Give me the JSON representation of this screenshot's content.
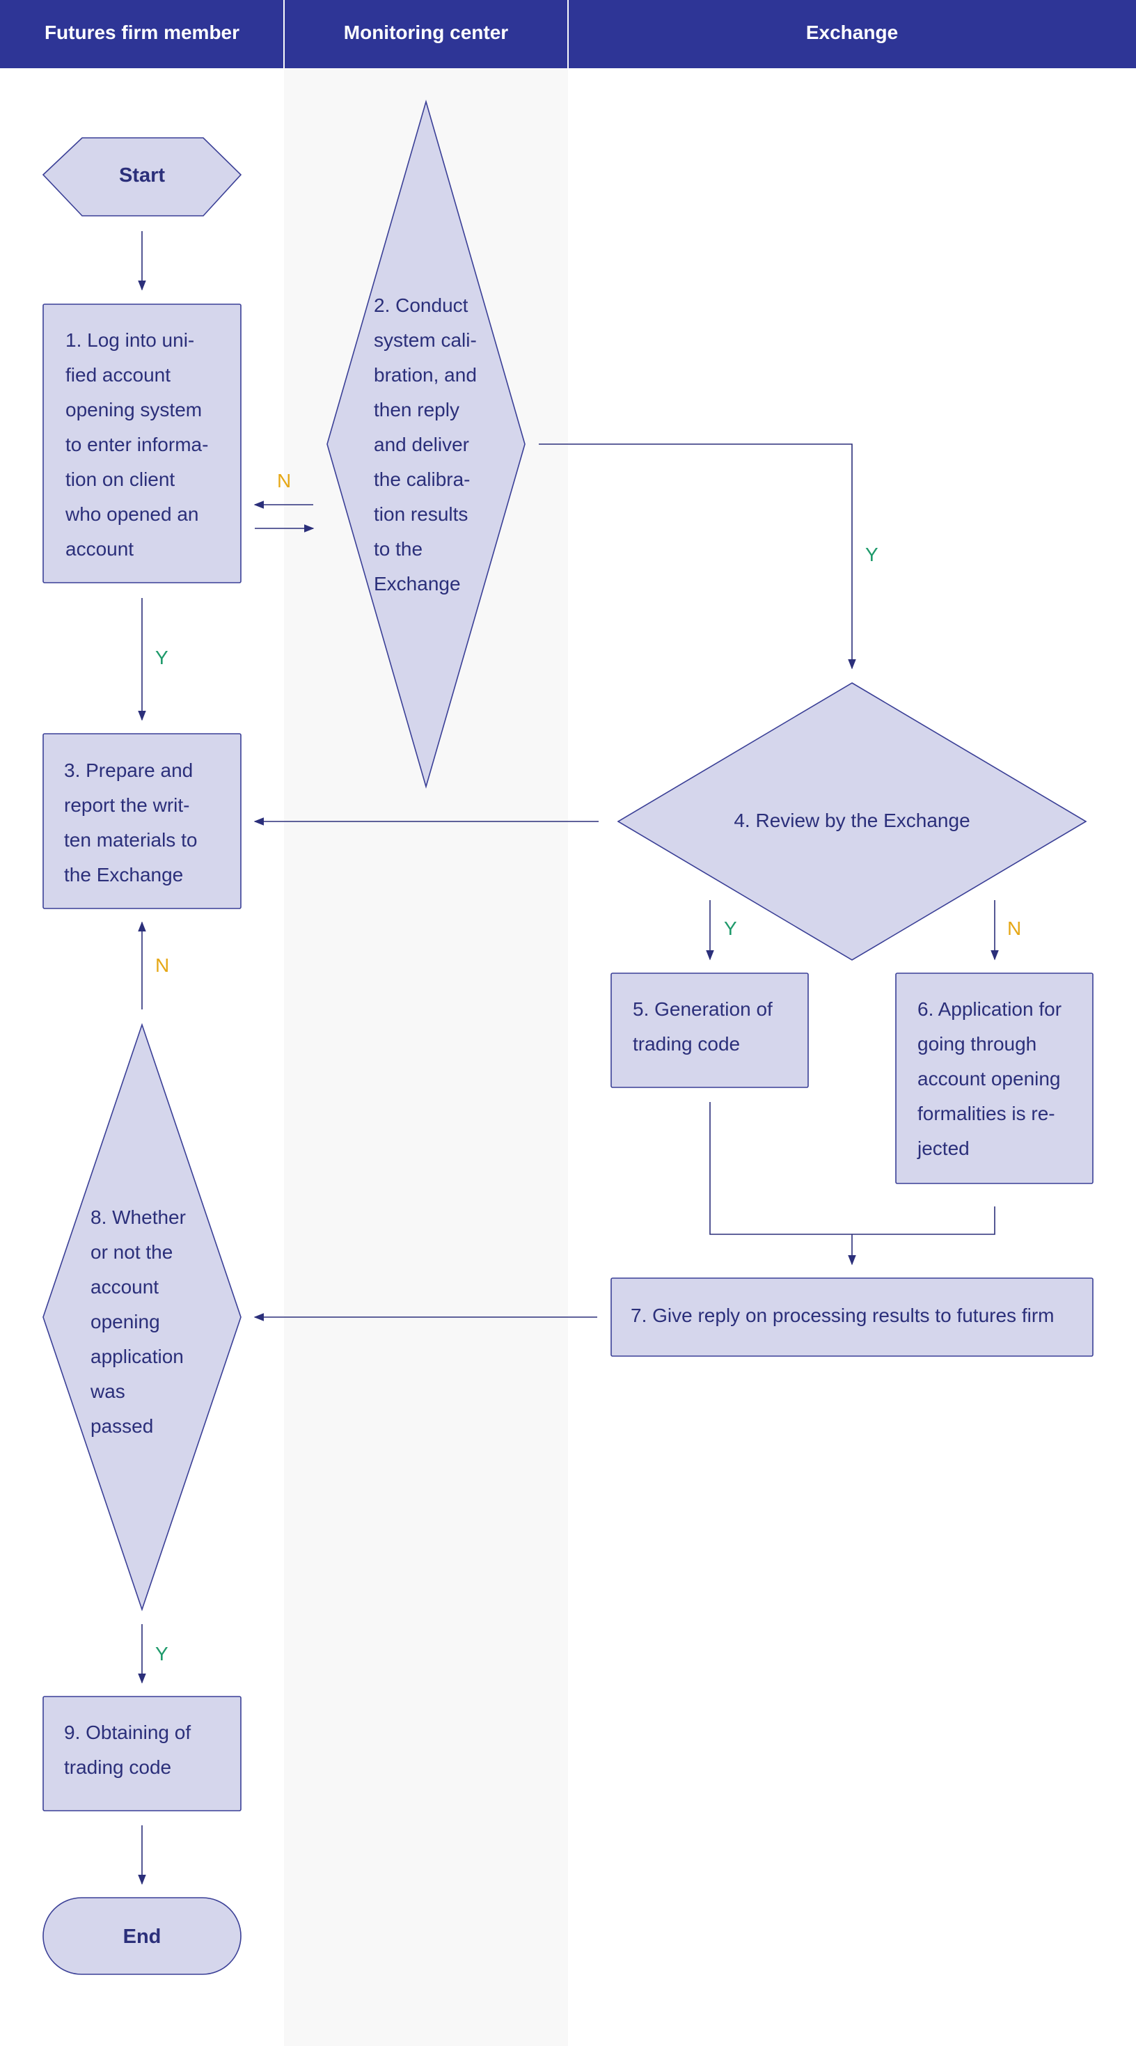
{
  "lanes": [
    "Futures firm member",
    "Monitoring center",
    "Exchange"
  ],
  "nodes": {
    "start": [
      "Start"
    ],
    "n1": [
      "1. Log into uni-",
      "fied account",
      "opening system",
      "to enter informa-",
      "tion on client",
      "who opened an",
      "account"
    ],
    "n2": [
      "2. Conduct",
      "system cali-",
      "bration, and",
      "then reply",
      "and deliver",
      "the calibra-",
      "tion results",
      "to the",
      "Exchange"
    ],
    "n3": [
      "3. Prepare and",
      "report the writ-",
      "ten materials to",
      "the Exchange"
    ],
    "n4": [
      "4. Review by the Exchange"
    ],
    "n5": [
      "5. Generation of",
      "trading code"
    ],
    "n6": [
      "6. Application for",
      "going through",
      "account opening",
      "formalities is re-",
      "jected"
    ],
    "n7": [
      "7. Give reply on processing results to futures firm"
    ],
    "n8": [
      "8. Whether",
      "or not the",
      "account",
      "opening",
      "application",
      "was",
      "passed"
    ],
    "n9": [
      "9. Obtaining of",
      "trading code"
    ],
    "end": [
      "End"
    ]
  },
  "edge_labels": {
    "n1_n2_no": "N",
    "n2_n4_yes": "Y",
    "n1_n3_yes": "Y",
    "n4_n5_yes": "Y",
    "n4_n6_no": "N",
    "n8_n3_no": "N",
    "n8_n9_yes": "Y"
  },
  "colors": {
    "header": "#2e3596",
    "shape_fill": "#d5d6ec",
    "yes": "#1f9a6b",
    "no": "#e6a817"
  }
}
